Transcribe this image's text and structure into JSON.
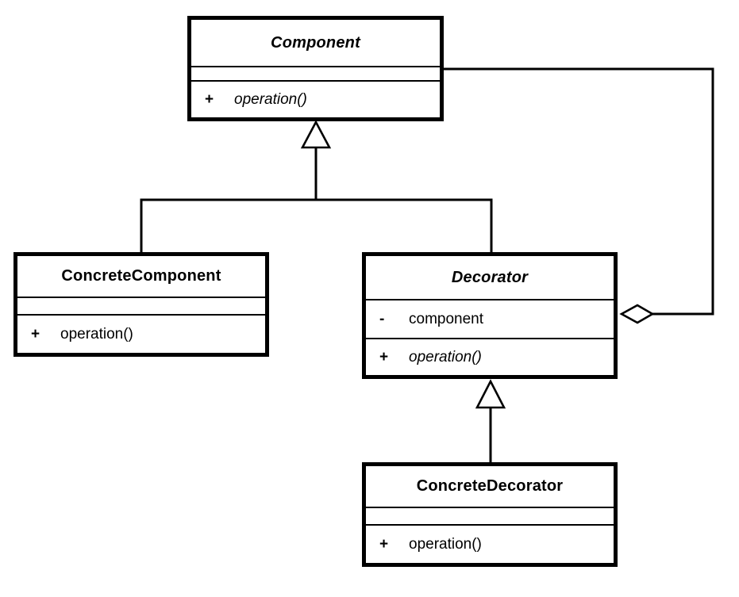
{
  "classes": {
    "component": {
      "name": "Component",
      "abstract": true,
      "attributes": [],
      "operations": [
        {
          "visibility": "+",
          "signature": "operation()",
          "abstract": true
        }
      ]
    },
    "concreteComponent": {
      "name": "ConcreteComponent",
      "abstract": false,
      "attributes": [],
      "operations": [
        {
          "visibility": "+",
          "signature": "operation()",
          "abstract": false
        }
      ]
    },
    "decorator": {
      "name": "Decorator",
      "abstract": true,
      "attributes": [
        {
          "visibility": "-",
          "signature": "component"
        }
      ],
      "operations": [
        {
          "visibility": "+",
          "signature": "operation()",
          "abstract": true
        }
      ]
    },
    "concreteDecorator": {
      "name": "ConcreteDecorator",
      "abstract": false,
      "attributes": [],
      "operations": [
        {
          "visibility": "+",
          "signature": "operation()",
          "abstract": false
        }
      ]
    }
  },
  "relationships": [
    {
      "type": "generalization",
      "from": "ConcreteComponent",
      "to": "Component"
    },
    {
      "type": "generalization",
      "from": "Decorator",
      "to": "Component"
    },
    {
      "type": "generalization",
      "from": "ConcreteDecorator",
      "to": "Decorator"
    },
    {
      "type": "aggregation",
      "owner": "Decorator",
      "part": "Component"
    }
  ],
  "colors": {
    "line": "#000000",
    "background": "#ffffff",
    "box_fill": "#ffffff"
  }
}
